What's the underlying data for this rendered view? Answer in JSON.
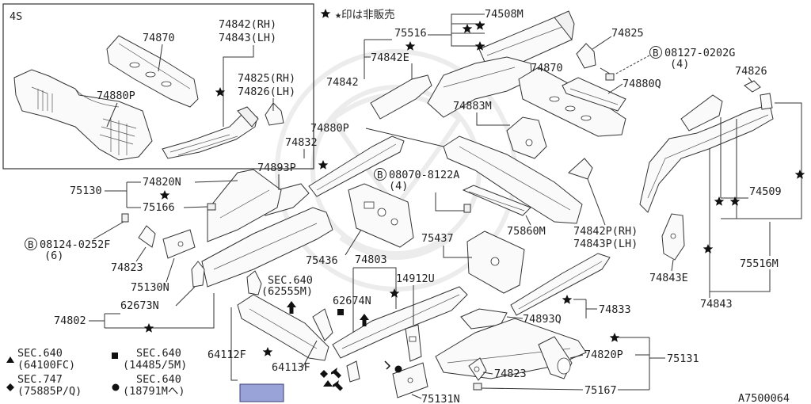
{
  "diagram_id": "A7500064",
  "note": "★印は非販売",
  "inset": {
    "title": "4S"
  },
  "labels": {
    "inset_74870": "74870",
    "inset_74880P": "74880P",
    "inset_74842RH": "74842(RH)",
    "inset_74843LH": "74843(LH)",
    "inset_74825RH": "74825(RH)",
    "inset_74826LH": "74826(LH)",
    "l74508M": "74508M",
    "l75516": "75516",
    "l74842E": "74842E",
    "l74842": "74842",
    "l74825": "74825",
    "l74870": "74870",
    "l74880Q": "74880Q",
    "l74883M": "74883M",
    "l74880P": "74880P",
    "l74832": "74832",
    "l74893P": "74893P",
    "l74820N": "74820N",
    "l75130": "75130",
    "l75166": "75166",
    "l74823a": "74823",
    "l75130N": "75130N",
    "l62673N": "62673N",
    "l74802": "74802",
    "l75436": "75436",
    "l74803": "74803",
    "l14912U": "14912U",
    "l62674N": "62674N",
    "l75437": "75437",
    "l75860M": "75860M",
    "l74842P": "74842P(RH)",
    "l74843P": "74843P(LH)",
    "l74826": "74826",
    "l74509": "74509",
    "l75516M": "75516M",
    "l74843E": "74843E",
    "l74843": "74843",
    "l74833": "74833",
    "l74893Q": "74893Q",
    "l74820P": "74820P",
    "l75131": "75131",
    "l74823b": "74823",
    "l75167": "75167",
    "l75131N": "75131N",
    "l64112F": "64112F",
    "l64113F": "64113F"
  },
  "bolts": {
    "b1_code": "08127-0202G",
    "b1_qty": "(4)",
    "b2_code": "08070-8122A",
    "b2_qty": "(4)",
    "b3_code": "08124-0252F",
    "b3_qty": "(6)",
    "symbol": "B"
  },
  "sections": {
    "center_1": "SEC.640",
    "center_2": "(62555M)"
  },
  "legend": [
    {
      "shape": "triangle",
      "line1": "SEC.640",
      "line2": "(64100FC)"
    },
    {
      "shape": "square",
      "line1": "SEC.640",
      "line2": "(14485/5M)"
    },
    {
      "shape": "diamond",
      "line1": "SEC.747",
      "line2": "(75885P/Q)"
    },
    {
      "shape": "circle",
      "line1": "SEC.640",
      "line2": "(18791Mへ)"
    }
  ],
  "colors": {
    "line": "#333333",
    "highlight": "#9aa3d8",
    "highlight_border": "#3a3f7a"
  }
}
